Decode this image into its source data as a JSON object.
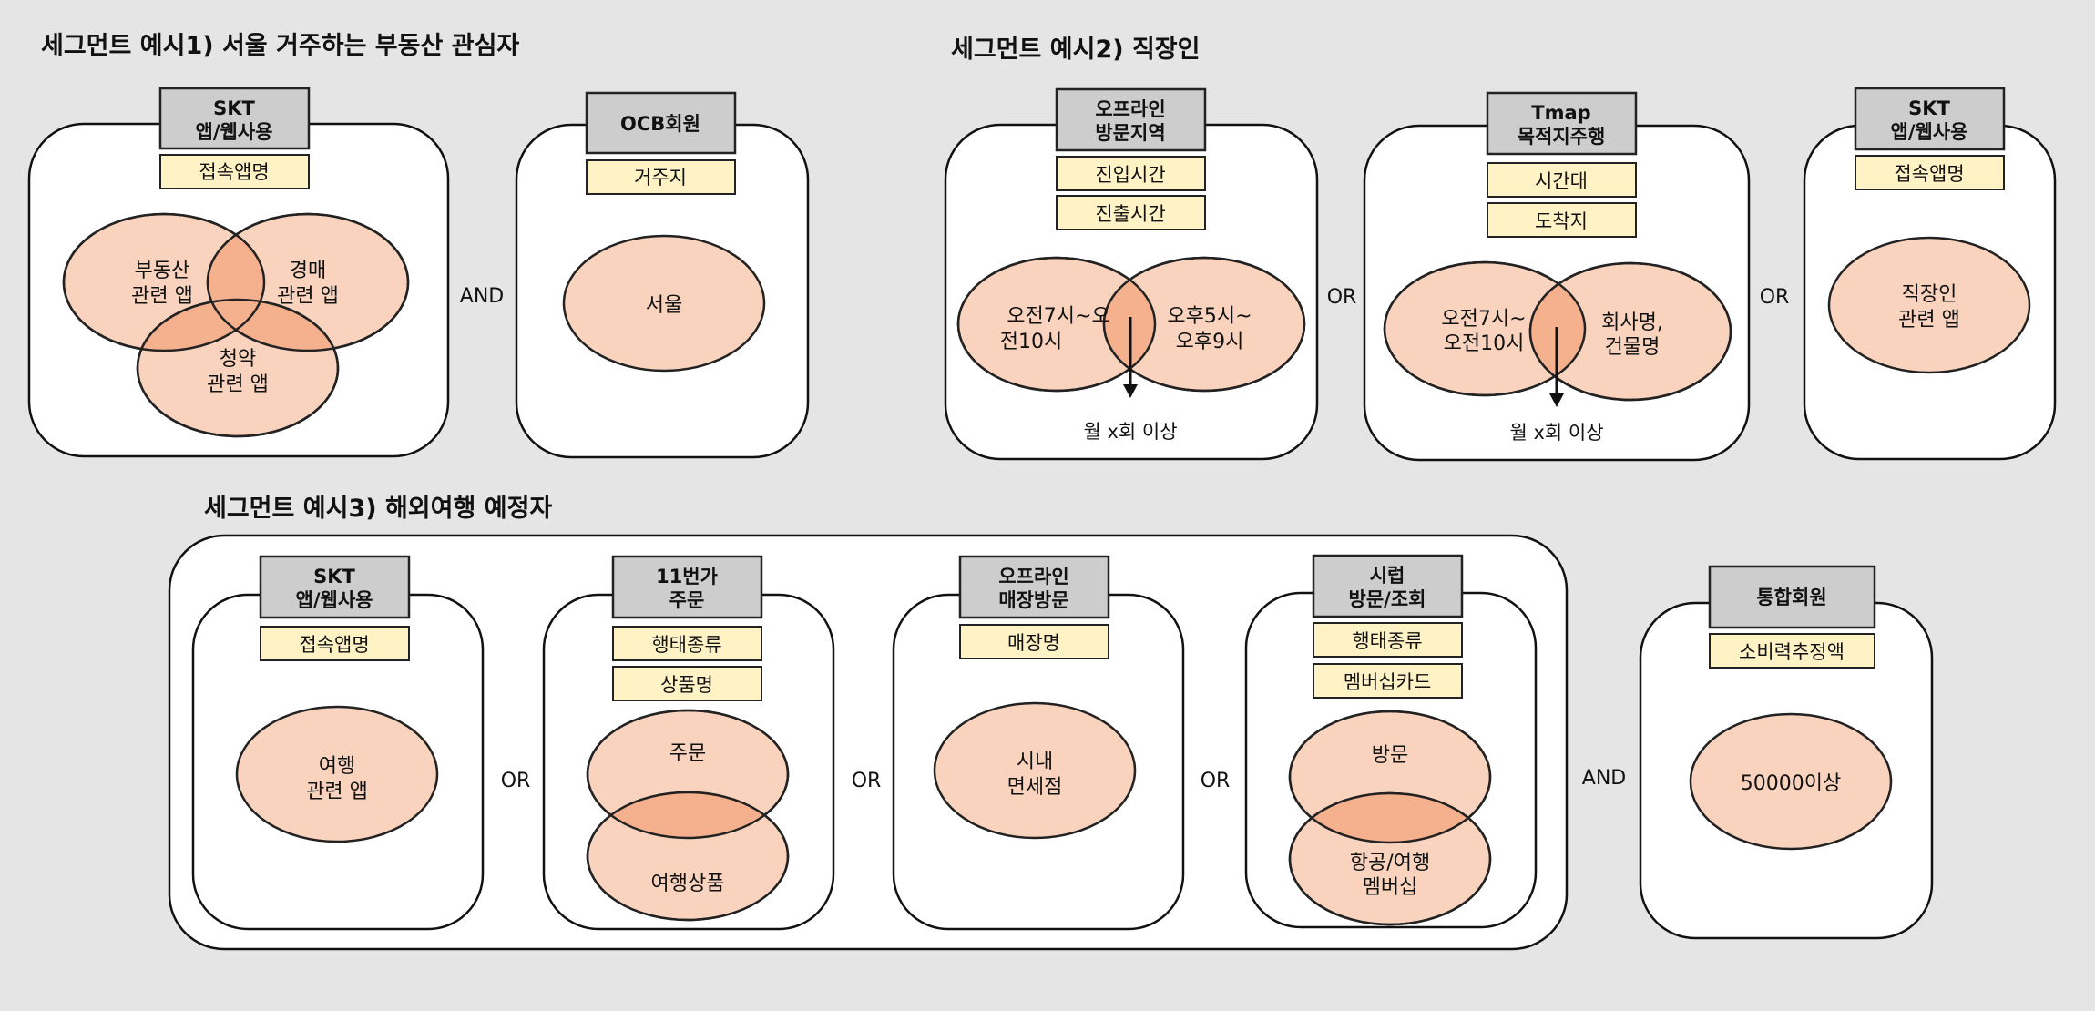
{
  "seg1": {
    "title": "세그먼트 예시1) 서울 거주하는 부동산 관심자",
    "skt": {
      "header": [
        "SKT",
        "앱/웹사용"
      ],
      "tags": [
        "접속앱명"
      ],
      "circles": {
        "realestate": [
          "부동산",
          "관련 앱"
        ],
        "auction": [
          "경매",
          "관련 앱"
        ],
        "subscription": [
          "청약",
          "관련 앱"
        ]
      }
    },
    "op": "AND",
    "ocb": {
      "header": [
        "OCB회원"
      ],
      "tags": [
        "거주지"
      ],
      "circle": [
        "서울"
      ]
    }
  },
  "seg2": {
    "title": "세그먼트 예시2) 직장인",
    "offline": {
      "header": [
        "오프라인",
        "방문지역"
      ],
      "tags": [
        "진입시간",
        "진출시간"
      ],
      "circle_left": [
        "오전7시~오",
        "전10시"
      ],
      "circle_right": [
        "오후5시~",
        "오후9시"
      ],
      "note": "월 x회 이상"
    },
    "op1": "OR",
    "tmap": {
      "header": [
        "Tmap",
        "목적지주행"
      ],
      "tags": [
        "시간대",
        "도착지"
      ],
      "circle_left": [
        "오전7시~",
        "오전10시"
      ],
      "circle_right": [
        "회사명,",
        "건물명"
      ],
      "note": "월 x회 이상"
    },
    "op2": "OR",
    "skt": {
      "header": [
        "SKT",
        "앱/웹사용"
      ],
      "tags": [
        "접속앱명"
      ],
      "circle": [
        "직장인",
        "관련 앱"
      ]
    }
  },
  "seg3": {
    "title": "세그먼트 예시3) 해외여행 예정자",
    "skt": {
      "header": [
        "SKT",
        "앱/웹사용"
      ],
      "tags": [
        "접속앱명"
      ],
      "circle": [
        "여행",
        "관련 앱"
      ]
    },
    "op1": "OR",
    "st11": {
      "header": [
        "11번가",
        "주문"
      ],
      "tags": [
        "행태종류",
        "상품명"
      ],
      "circle_top": [
        "주문"
      ],
      "circle_bottom": [
        "여행상품"
      ]
    },
    "op2": "OR",
    "offline": {
      "header": [
        "오프라인",
        "매장방문"
      ],
      "tags": [
        "매장명"
      ],
      "circle": [
        "시내",
        "면세점"
      ]
    },
    "op3": "OR",
    "syrup": {
      "header": [
        "시럽",
        "방문/조회"
      ],
      "tags": [
        "행태종류",
        "멤버십카드"
      ],
      "circle_top": [
        "방문"
      ],
      "circle_bottom": [
        "항공/여행",
        "멤버십"
      ]
    },
    "op_and": "AND",
    "member": {
      "header": [
        "통합회원"
      ],
      "tags": [
        "소비력추정액"
      ],
      "circle": [
        "50000이상"
      ]
    }
  }
}
